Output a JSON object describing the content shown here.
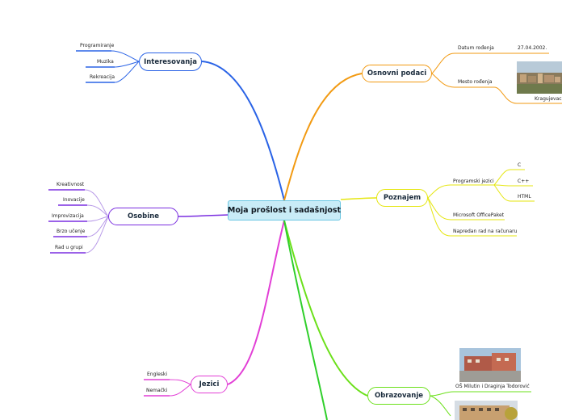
{
  "central": "Moja prošlost i sadašnjost",
  "branches": {
    "interesovanja": {
      "title": "Interesovanja",
      "color": "#2a63e6",
      "items": [
        "Programiranje",
        "Muzika",
        "Rekreacija"
      ]
    },
    "osobine": {
      "title": "Osobine",
      "color": "#7a2ee0",
      "items": [
        "Kreativnost",
        "Inovacije",
        "Improvizacija",
        "Brzo učenje",
        "Rad u grupi"
      ]
    },
    "jezici": {
      "title": "Jezici",
      "color": "#e23fd6",
      "items": [
        "Engleski",
        "Nemački"
      ]
    },
    "osnovni": {
      "title": "Osnovni podaci",
      "color": "#f29a12",
      "datum_label": "Datum rođenja",
      "datum_value": "27.04.2002.",
      "mesto_label": "Mesto rođenja",
      "mesto_value": "Kragujevac"
    },
    "poznajem": {
      "title": "Poznajem",
      "color": "#e5e60e",
      "programski": "Programski jezici",
      "languages": [
        "C",
        "C++",
        "HTML"
      ],
      "office": "Microsoft OfficePaket",
      "napredan": "Napredan rad na računaru"
    },
    "obrazovanje": {
      "title": "Obrazovanje",
      "color": "#6be01a",
      "school1": "OŠ Milutin i Draginja Todorović"
    },
    "extra_color": "#2fcf2a"
  }
}
